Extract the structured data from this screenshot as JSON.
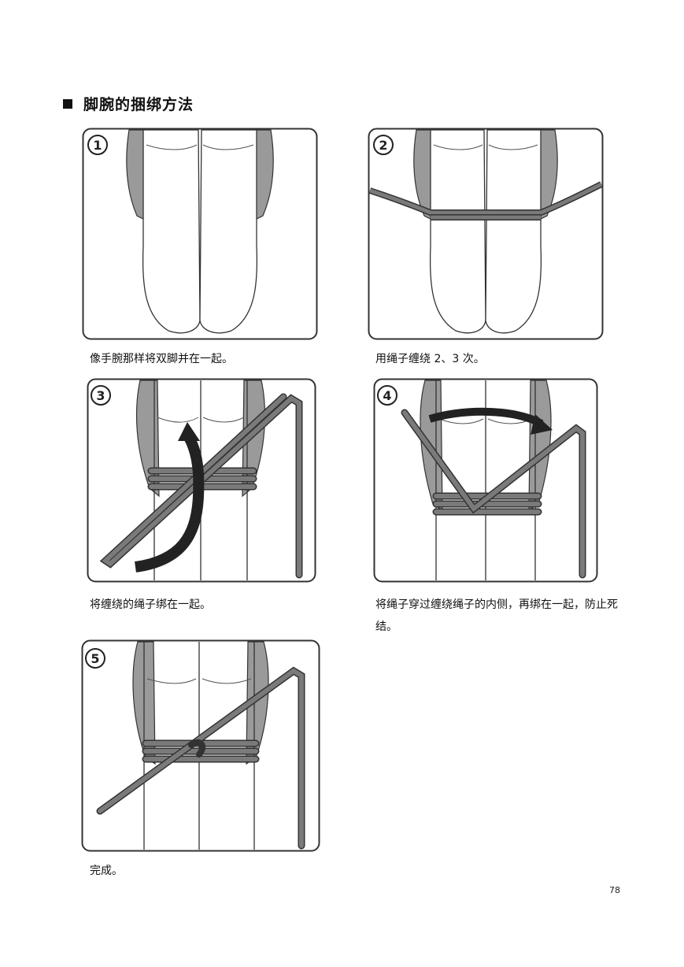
{
  "section": {
    "title": "脚腕的捆绑方法"
  },
  "steps": [
    {
      "number": "1",
      "caption": "像手腕那样将双脚并在一起。"
    },
    {
      "number": "2",
      "caption": "用绳子缠绕 2、3 次。"
    },
    {
      "number": "3",
      "caption": "将缠绕的绳子绑在一起。"
    },
    {
      "number": "4",
      "caption": "将绳子穿过缠绕绳子的内侧，再绑在一起，防止死结。"
    },
    {
      "number": "5",
      "caption": "完成。"
    }
  ],
  "page": {
    "number": "78"
  }
}
